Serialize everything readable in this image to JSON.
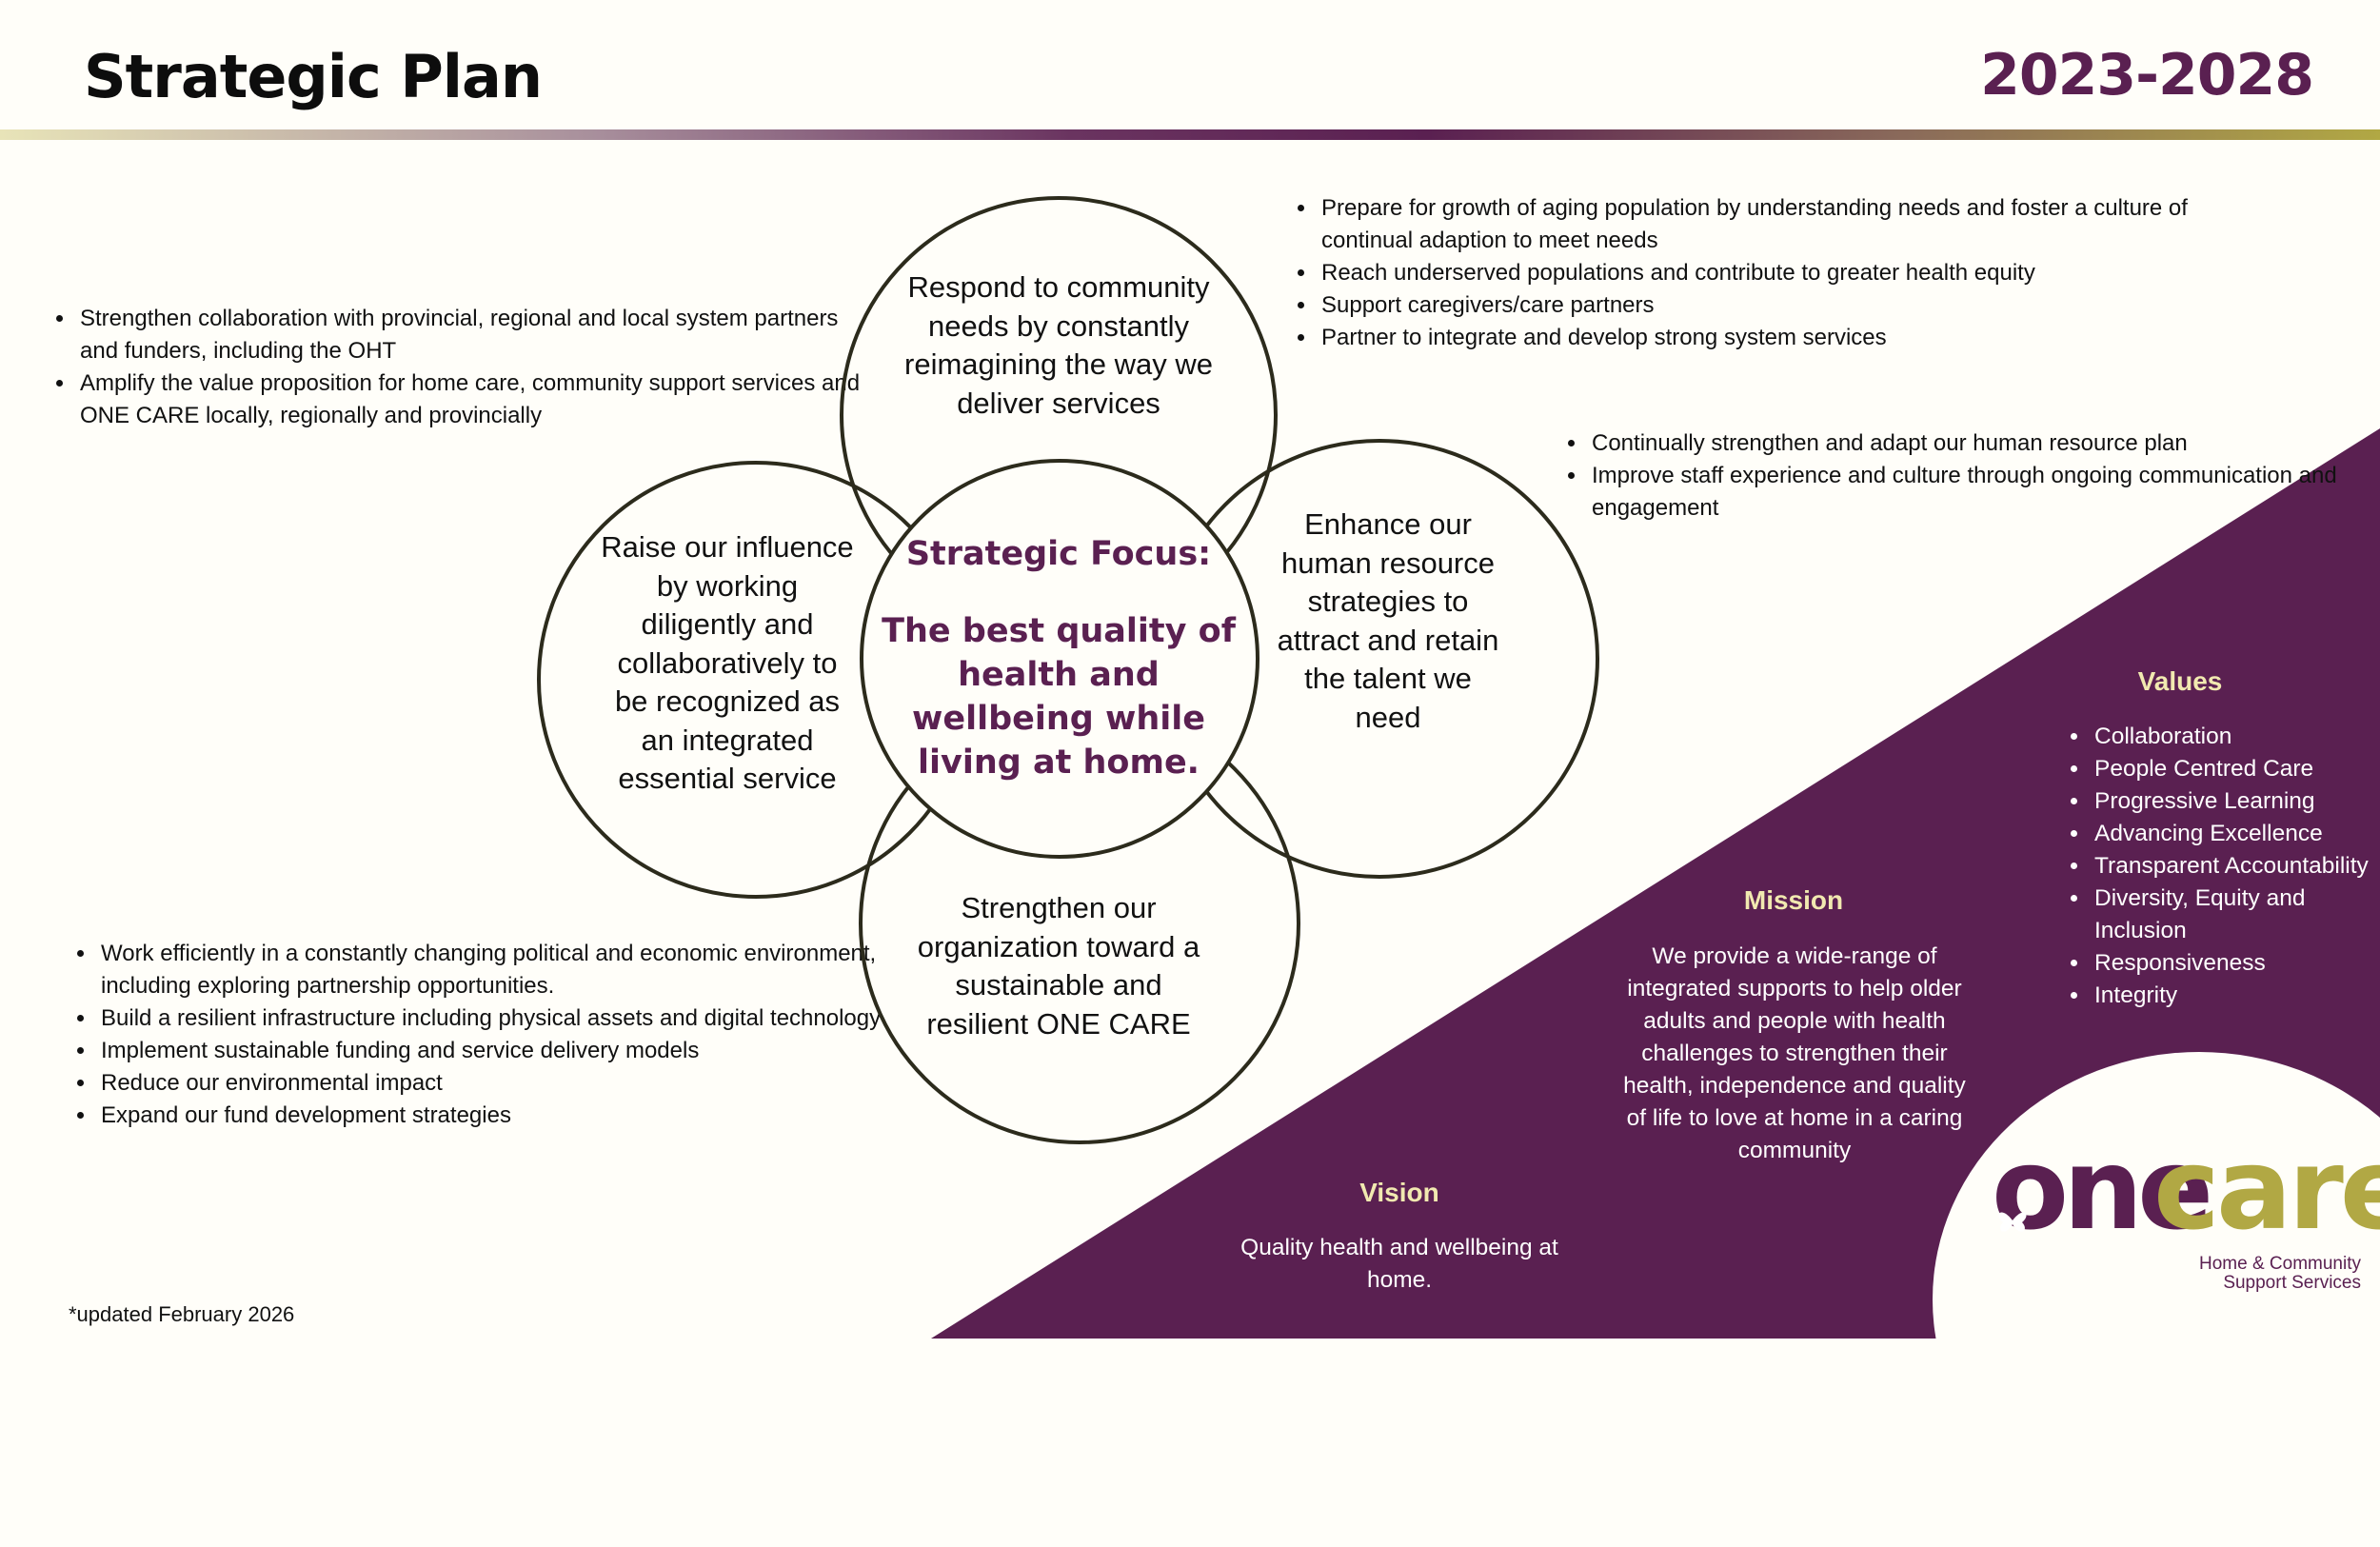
{
  "header": {
    "title": "Strategic Plan",
    "years": "2023-2028"
  },
  "colors": {
    "purple": "#5a2051",
    "gold": "#b1a844",
    "cream_heading": "#f1e9b0",
    "circle_stroke": "#2c2b1c"
  },
  "left_top_bullets": [
    "Strengthen collaboration with provincial, regional and local system partners and funders, including the OHT",
    "Amplify the value proposition for home care, community support services and ONE CARE locally, regionally and provincially"
  ],
  "top_bullets": [
    "Prepare for growth of aging population by understanding needs and foster a culture of continual adaption to meet needs",
    "Reach underserved populations and contribute to greater health equity",
    "Support caregivers/care partners",
    "Partner to integrate and develop strong system services"
  ],
  "right_bullets": [
    "Continually strengthen and adapt our human resource plan",
    "Improve staff experience and culture through ongoing communication and engagement"
  ],
  "bottom_bullets": [
    "Work efficiently in a constantly changing political and economic environment, including exploring partnership opportunities.",
    "Build a resilient infrastructure including physical assets and digital technology",
    "Implement sustainable funding and service delivery models",
    "Reduce our environmental impact",
    "Expand our fund development strategies"
  ],
  "circles": {
    "top": "Respond to community needs by constantly reimagining the way we deliver services",
    "left": "Raise our influence by working diligently and collaboratively to be recognized as an integrated essential service",
    "right": "Enhance our human resource strategies to attract and retain the talent  we need",
    "bottom": "Strengthen our organization toward a sustainable and resilient ONE CARE",
    "center_heading": "Strategic Focus:",
    "center_text": "The best quality of health and wellbeing while living at home."
  },
  "values": {
    "heading": "Values",
    "items": [
      "Collaboration",
      "People Centred Care",
      "Progressive Learning",
      "Advancing Excellence",
      "Transparent Accountability",
      "Diversity, Equity and Inclusion",
      "Responsiveness",
      "Integrity"
    ]
  },
  "mission": {
    "heading": "Mission",
    "text": "We provide a wide-range of integrated supports to help older adults and people with health challenges to strengthen their health, independence and quality of life to love at home in a caring community"
  },
  "vision": {
    "heading": "Vision",
    "text": "Quality health and wellbeing at home."
  },
  "footnote": "*updated February 2026",
  "logo": {
    "one": "one",
    "care": "care",
    "subtitle_line1": "Home & Community",
    "subtitle_line2": "Support Services"
  }
}
